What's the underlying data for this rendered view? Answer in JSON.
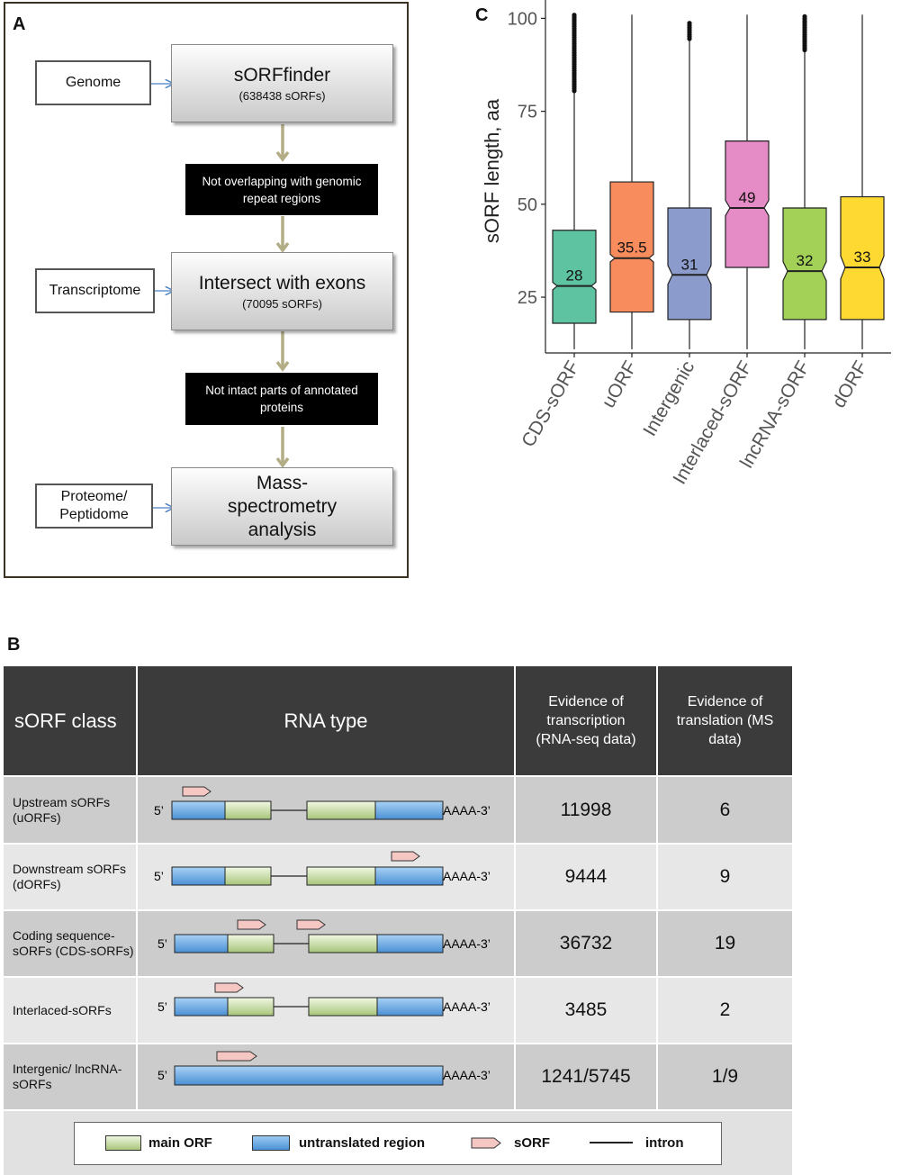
{
  "panel_labels": {
    "a": "A",
    "b": "B",
    "c": "C"
  },
  "panelA": {
    "inputs": {
      "genome": "Genome",
      "transcriptome": "Transcriptome",
      "proteome": "Proteome/ Peptidome"
    },
    "steps": [
      {
        "title": "sORFfinder",
        "subtitle": "(638438 sORFs)"
      },
      {
        "title": "Intersect with exons",
        "subtitle": "(70095 sORFs)"
      },
      {
        "title": "Mass-spectrometry analysis",
        "subtitle": ""
      }
    ],
    "filters": [
      "Not overlapping with genomic repeat regions",
      "Not intact parts of annotated proteins"
    ]
  },
  "chart_data": {
    "type": "boxplot",
    "ylabel": "sORF length, aa",
    "ylim": [
      10,
      103
    ],
    "yticks": [
      25,
      50,
      75,
      100
    ],
    "categories": [
      "CDS-sORF",
      "uORF",
      "Intergenic",
      "Interlaced-sORF",
      "lncRNA-sORF",
      "dORF"
    ],
    "colors": [
      "#5dc3a1",
      "#f98c5c",
      "#8b9bcb",
      "#e58bc6",
      "#a3d157",
      "#fdd932"
    ],
    "boxes": [
      {
        "min": 11,
        "q1": 18,
        "median": 28,
        "q3": 43,
        "max": 80,
        "notch": 1.0,
        "outliers_to": 101,
        "label": "28"
      },
      {
        "min": 11,
        "q1": 21,
        "median": 35.5,
        "q3": 56,
        "max": 101,
        "notch": 1.0,
        "outliers_to": null,
        "label": "35.5"
      },
      {
        "min": 11,
        "q1": 19,
        "median": 31,
        "q3": 49,
        "max": 94,
        "notch": 2.5,
        "outliers_to": 99,
        "label": "31"
      },
      {
        "min": 11,
        "q1": 33,
        "median": 49,
        "q3": 67,
        "max": 101,
        "notch": 2.0,
        "outliers_to": null,
        "label": "49"
      },
      {
        "min": 11,
        "q1": 19,
        "median": 32,
        "q3": 49,
        "max": 91,
        "notch": 2.5,
        "outliers_to": 101,
        "label": "32"
      },
      {
        "min": 11,
        "q1": 19,
        "median": 33,
        "q3": 52,
        "max": 101,
        "notch": 3.0,
        "outliers_to": null,
        "label": "33"
      }
    ]
  },
  "panelB": {
    "headers": [
      "sORF class",
      "RNA type",
      "Evidence of transcription (RNA-seq data)",
      "Evidence of translation (MS data)"
    ],
    "rows": [
      {
        "cls": "Upstream sORFs (uORFs)",
        "transcription": "11998",
        "translation": "6",
        "five": "5’",
        "three": "AAAA-3’"
      },
      {
        "cls": "Downstream sORFs (dORFs)",
        "transcription": "9444",
        "translation": "9",
        "five": "5’",
        "three": "AAAA-3’"
      },
      {
        "cls": "Coding sequence-sORFs (CDS-sORFs)",
        "transcription": "36732",
        "translation": "19",
        "five": "5’",
        "three": "AAAA-3’"
      },
      {
        "cls": "Interlaced-sORFs",
        "transcription": "3485",
        "translation": "2",
        "five": "5’",
        "three": "AAAA-3’"
      },
      {
        "cls": "Intergenic/ lncRNA-sORFs",
        "transcription": "1241/5745",
        "translation": "1/9",
        "five": "5’",
        "three": "AAAA-3’"
      }
    ],
    "legend": {
      "main": "main ORF",
      "utr": "untranslated region",
      "sorf": "sORF",
      "intron": "intron"
    }
  }
}
